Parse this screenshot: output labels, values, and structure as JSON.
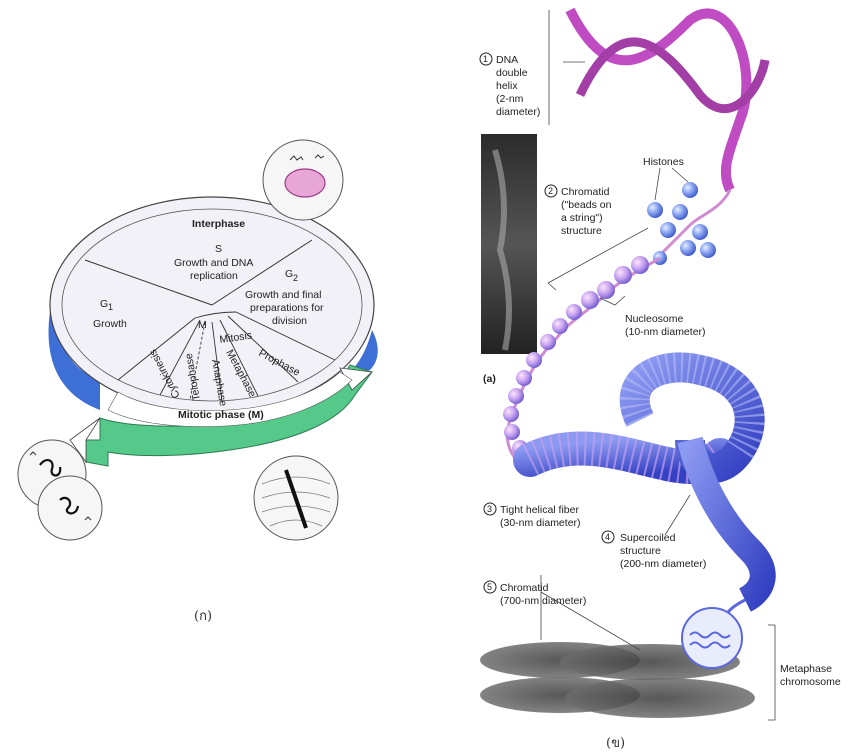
{
  "cell_cycle": {
    "interphase": "Interphase",
    "s_phase": "S",
    "s_desc_1": "Growth and DNA",
    "s_desc_2": "replication",
    "g1": "G",
    "g1_sub": "1",
    "g1_desc": "Growth",
    "g2": "G",
    "g2_sub": "2",
    "g2_desc_1": "Growth and final",
    "g2_desc_2": "preparations for",
    "g2_desc_3": "division",
    "m": "M",
    "mitosis": "Mitosis",
    "prophase": "Prophase",
    "metaphase": "Metaphase",
    "anaphase": "Anaphase",
    "telophase": "Telophase",
    "cytokinesis": "Cytokinesis",
    "mitotic_phase": "Mitotic phase (M)",
    "caption": "(ก)"
  },
  "chromosome": {
    "n1": "1",
    "dna_1": "DNA",
    "dna_2": "double",
    "dna_3": "helix",
    "dna_4": "(2-nm",
    "dna_5": "diameter)",
    "histones": "Histones",
    "n2": "2",
    "chromatid_1": "Chromatid",
    "chromatid_2": "(\"beads on",
    "chromatid_3": "a string\")",
    "chromatid_4": "structure",
    "nucleosome_1": "Nucleosome",
    "nucleosome_2": "(10-nm diameter)",
    "panel_a": "(a)",
    "n3": "3",
    "fiber_1": "Tight helical fiber",
    "fiber_2": "(30-nm diameter)",
    "n4": "4",
    "super_1": "Supercoiled",
    "super_2": "structure",
    "super_3": "(200-nm diameter)",
    "n5": "5",
    "chromatid700_1": "Chromatid",
    "chromatid700_2": "(700-nm diameter)",
    "meta_1": "Metaphase",
    "meta_2": "chromosome",
    "caption": "(ข)"
  },
  "colors": {
    "disk_top": "#f2f1f7",
    "disk_side_blue": "#3d6fd6",
    "arrow_green": "#55c98a",
    "dna_magenta": "#c04cc4",
    "bead_blue": "#6f8fe8",
    "coil_blue": "#5a67e0"
  }
}
